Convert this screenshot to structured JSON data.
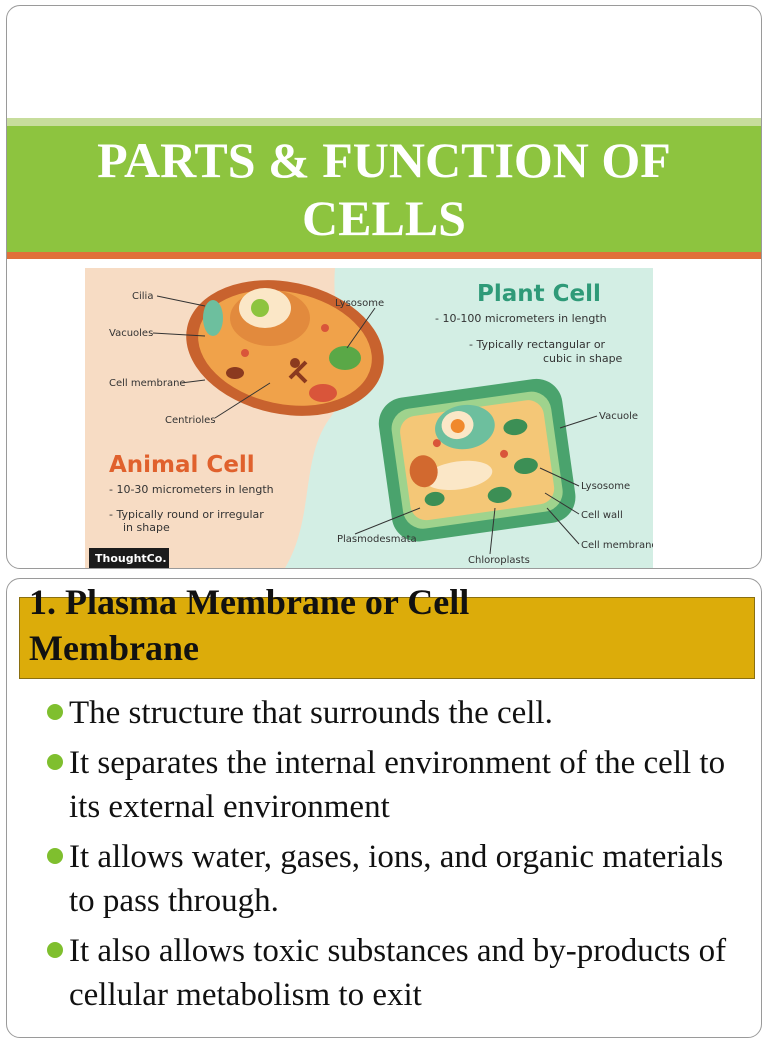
{
  "slide1": {
    "title_line1": "PARTS & FUNCTION OF",
    "title_line2": "CELLS",
    "illustration": {
      "plant_title": "Plant Cell",
      "plant_note1": "- 10-100 micrometers in length",
      "plant_note2a": "- Typically rectangular or",
      "plant_note2b": "cubic in shape",
      "animal_title": "Animal Cell",
      "animal_note1": "- 10-30 micrometers in length",
      "animal_note2a": "- Typically round or irregular",
      "animal_note2b": "in shape",
      "labels": {
        "cilia": "Cilia",
        "vacuoles": "Vacuoles",
        "cell_membrane_animal": "Cell membrane",
        "centrioles": "Centrioles",
        "lysosome_animal": "Lysosome",
        "vacuole_plant": "Vacuole",
        "lysosome_plant": "Lysosome",
        "cell_wall": "Cell wall",
        "cell_membrane_plant": "Cell membrane",
        "plasmodesmata": "Plasmodesmata",
        "chloroplasts": "Chloroplasts"
      },
      "brand": "ThoughtCo.",
      "colors": {
        "animal_bg": "#f7dcc4",
        "plant_bg": "#d3eee4",
        "plant_title": "#2f9a78",
        "animal_title": "#e0612d"
      }
    }
  },
  "slide2": {
    "heading_line1": "1. Plasma Membrane or Cell",
    "heading_line2": "Membrane",
    "bullets": [
      "The structure that surrounds the cell.",
      "It separates the internal environment of the cell to its external environment",
      "It allows water, gases, ions, and organic materials to pass through.",
      "It also allows toxic substances and by-products of cellular metabolism to exit"
    ]
  },
  "colors": {
    "title_green": "#8dc43f",
    "accent_orange": "#e0703a",
    "heading_gold": "#dcac0a",
    "bullet_green": "#7fbf2e"
  }
}
